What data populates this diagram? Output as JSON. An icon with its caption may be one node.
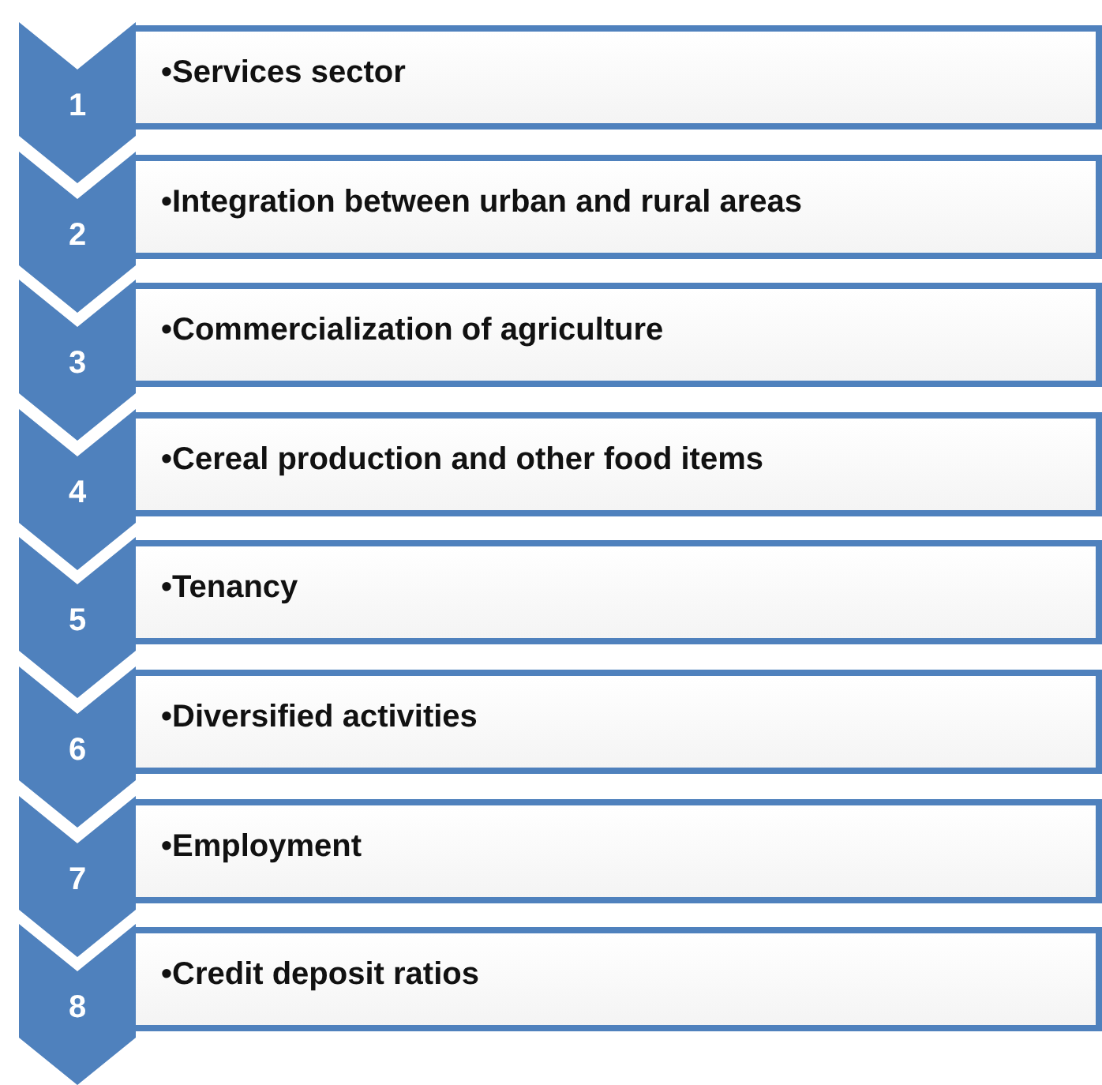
{
  "diagram": {
    "nodes": [
      {
        "text": [
          "1"
        ]
      },
      {
        "text": [
          "•Services sector"
        ]
      },
      {
        "text": [
          "2"
        ]
      },
      {
        "text": [
          "•Integration between urban and rural areas"
        ]
      },
      {
        "text": [
          "3"
        ]
      },
      {
        "text": [
          "•Commercialization of agriculture"
        ]
      },
      {
        "text": [
          "4"
        ]
      },
      {
        "text": [
          "•Cereal production and other food items"
        ]
      },
      {
        "text": [
          "5"
        ]
      },
      {
        "text": [
          "•Tenancy"
        ]
      },
      {
        "text": [
          "6"
        ]
      },
      {
        "text": [
          "•Diversified activities"
        ]
      },
      {
        "text": [
          "7"
        ]
      },
      {
        "text": [
          "•Employment"
        ]
      },
      {
        "text": [
          "8"
        ]
      },
      {
        "text": [
          "•Credit deposit ratios"
        ]
      }
    ]
  }
}
